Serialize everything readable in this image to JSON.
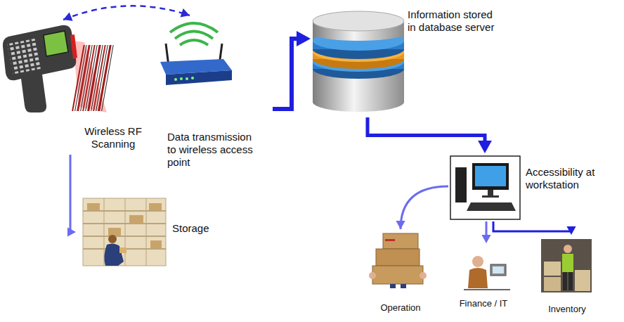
{
  "diagram": {
    "nodes": [
      {
        "text": [
          "Wireless RF Scanning"
        ]
      },
      {
        "text": [
          "Data transmission to wireless access point"
        ]
      },
      {
        "text": [
          "Information stored in database server"
        ]
      },
      {
        "text": [
          "Accessibility at workstation"
        ]
      },
      {
        "text": [
          "Storage"
        ]
      },
      {
        "text": [
          "Operation"
        ]
      },
      {
        "text": [
          "Finance / IT"
        ]
      },
      {
        "text": [
          "Inventory"
        ]
      }
    ],
    "edges": [
      {
        "from": 0,
        "to": 1,
        "arrow": "both"
      },
      {
        "from": 1,
        "to": 2,
        "arrow": "to"
      },
      {
        "from": 2,
        "to": 3,
        "arrow": "to"
      },
      {
        "from": 0,
        "to": 4,
        "arrow": "to"
      },
      {
        "from": 3,
        "to": 5,
        "arrow": "to"
      },
      {
        "from": 3,
        "to": 6,
        "arrow": "to"
      },
      {
        "from": 3,
        "to": 7,
        "arrow": "to"
      }
    ]
  }
}
